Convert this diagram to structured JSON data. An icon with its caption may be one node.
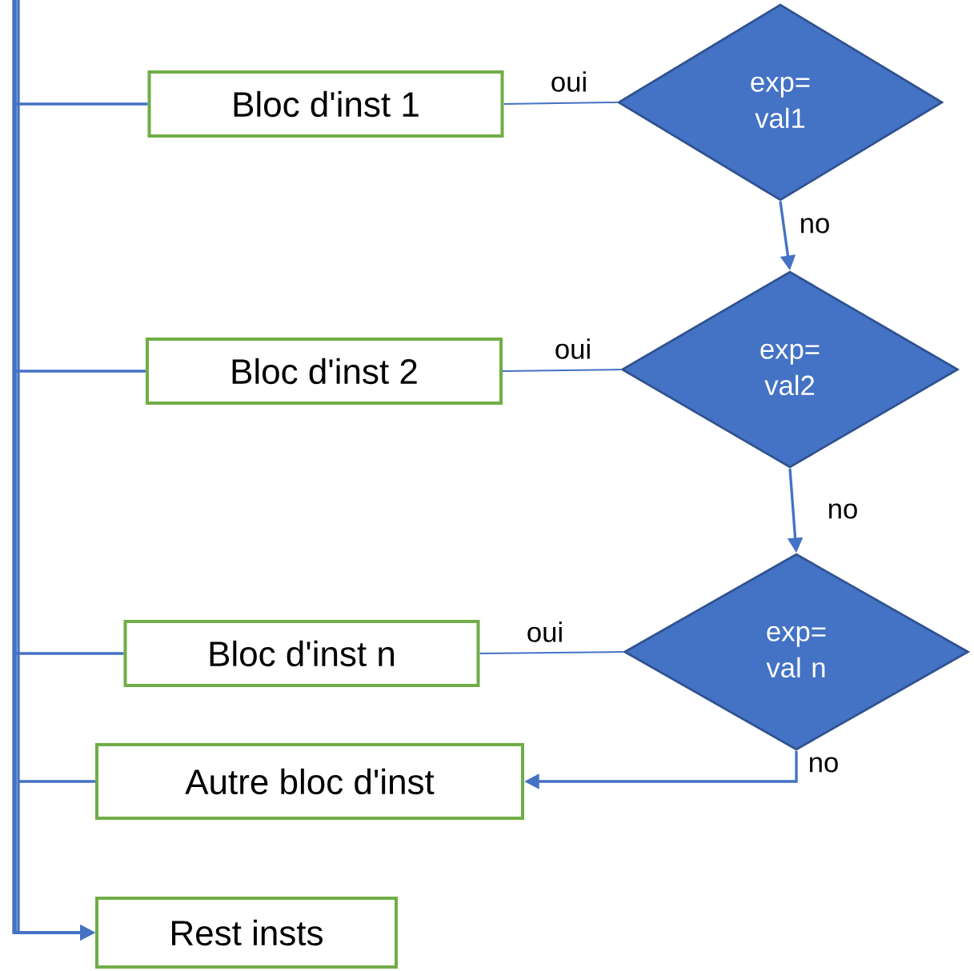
{
  "diagram": {
    "nodes": [
      {
        "text": [
          "Bloc d'inst 1"
        ]
      },
      {
        "text": [
          "exp= val1"
        ]
      },
      {
        "text": [
          "Bloc d'inst 2"
        ]
      },
      {
        "text": [
          "exp= val2"
        ]
      },
      {
        "text": [
          "Bloc d'inst n"
        ]
      },
      {
        "text": [
          "exp= val n"
        ]
      },
      {
        "text": [
          "Autre bloc d'inst"
        ]
      },
      {
        "text": [
          "Rest insts"
        ]
      }
    ],
    "edges": [
      {
        "from": 1,
        "to": 0,
        "arrow": "none",
        "label": "oui"
      },
      {
        "from": 1,
        "to": 3,
        "arrow": "to",
        "label": "no"
      },
      {
        "from": 3,
        "to": 2,
        "arrow": "none",
        "label": "oui"
      },
      {
        "from": 3,
        "to": 5,
        "arrow": "to",
        "label": "no"
      },
      {
        "from": 5,
        "to": 4,
        "arrow": "none",
        "label": "oui"
      },
      {
        "from": 5,
        "to": 6,
        "arrow": "to",
        "label": "no"
      },
      {
        "from": 0,
        "to": 7,
        "arrow": "to"
      },
      {
        "from": 2,
        "to": 7,
        "arrow": "to"
      },
      {
        "from": 4,
        "to": 7,
        "arrow": "to"
      },
      {
        "from": 6,
        "to": 7,
        "arrow": "to"
      }
    ]
  }
}
